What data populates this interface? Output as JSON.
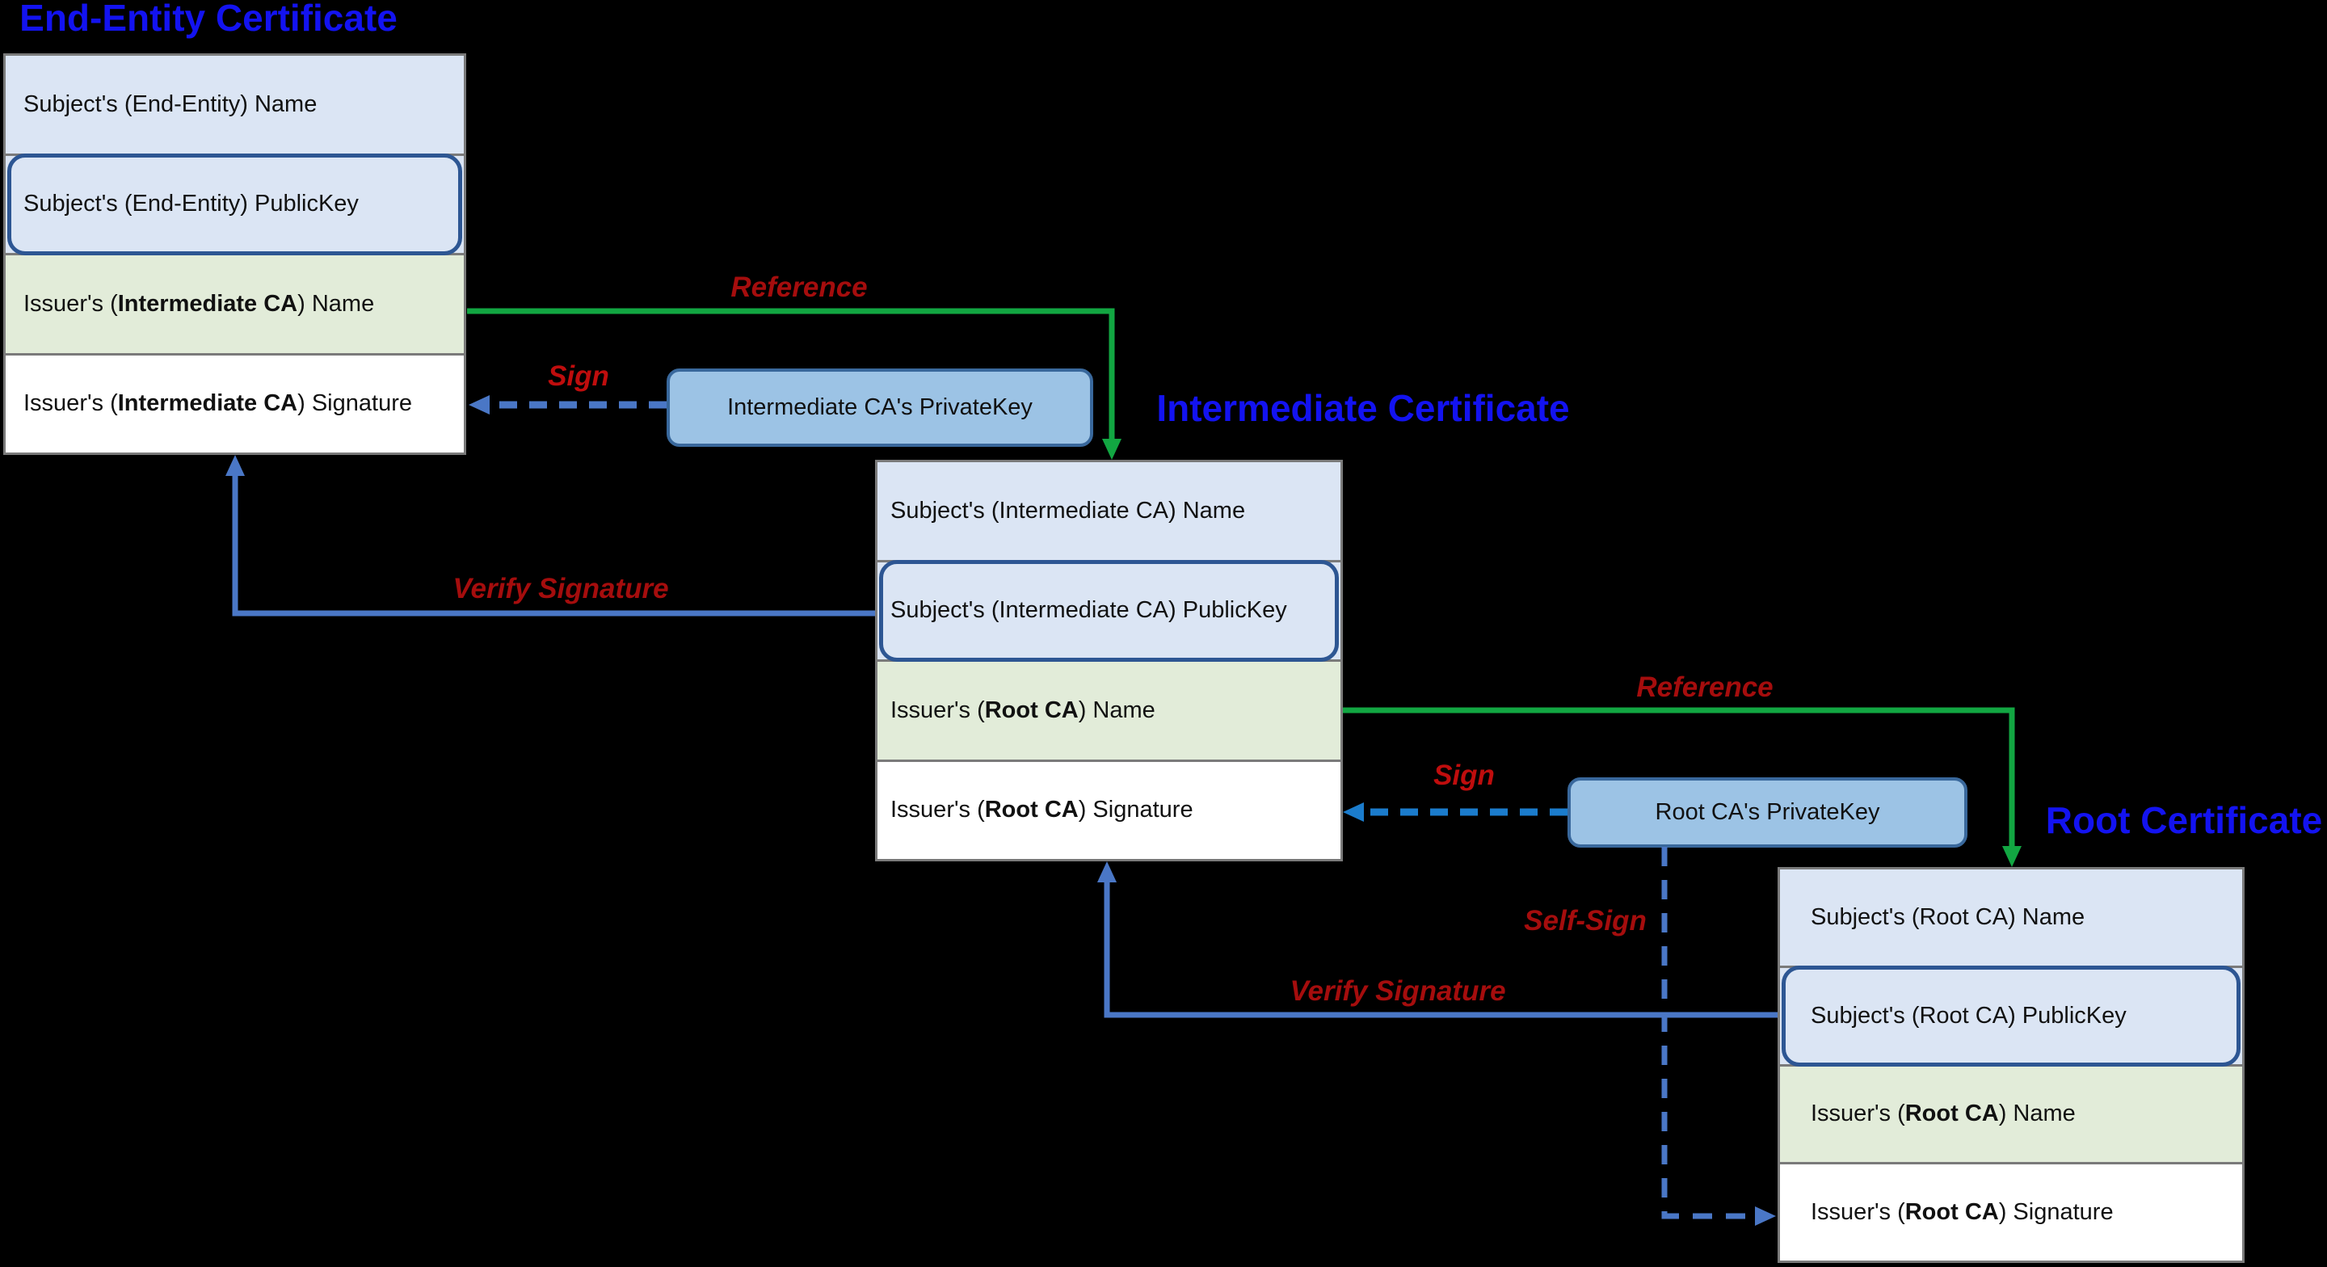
{
  "certificates": {
    "end_entity": {
      "title": "End-Entity Certificate",
      "rows": [
        {
          "text": "Subject's (End-Entity) Name"
        },
        {
          "text": "Subject's (End-Entity) PublicKey"
        },
        {
          "prefix": "Issuer's (",
          "bold": "Intermediate CA",
          "suffix": ") Name"
        },
        {
          "prefix": "Issuer's (",
          "bold": "Intermediate CA",
          "suffix": ") Signature"
        }
      ]
    },
    "intermediate": {
      "title": "Intermediate Certificate",
      "rows": [
        {
          "text": "Subject's (Intermediate CA) Name"
        },
        {
          "text": "Subject's (Intermediate CA) PublicKey"
        },
        {
          "prefix": "Issuer's (",
          "bold": "Root CA",
          "suffix": ") Name"
        },
        {
          "prefix": "Issuer's (",
          "bold": "Root CA",
          "suffix": ") Signature"
        }
      ]
    },
    "root": {
      "title": "Root Certificate",
      "rows": [
        {
          "text": "Subject's (Root CA) Name"
        },
        {
          "text": "Subject's (Root CA) PublicKey"
        },
        {
          "prefix": "Issuer's (",
          "bold": "Root CA",
          "suffix": ") Name"
        },
        {
          "prefix": "Issuer's (",
          "bold": "Root CA",
          "suffix": ") Signature"
        }
      ]
    }
  },
  "keys": {
    "intermediate_private_key": "Intermediate CA's PrivateKey",
    "root_private_key": "Root CA's PrivateKey"
  },
  "labels": {
    "reference_1": "Reference",
    "sign_1": "Sign",
    "verify_signature_1": "Verify Signature",
    "reference_2": "Reference",
    "sign_2": "Sign",
    "self_sign": "Self-Sign",
    "verify_signature_2": "Verify Signature"
  },
  "colors": {
    "background": "#000000",
    "title_blue": "#1313f0",
    "row_blue": "#dbe5f4",
    "row_green": "#e2ecd9",
    "row_white": "#ffffff",
    "publickey_outline_blue": "#2d5693",
    "privatekey_fill": "#9cc3e5",
    "privatekey_border": "#39689c",
    "box_border_gray": "#7a7a7a",
    "reference_arrow_green": "#12a642",
    "verify_arrow_blue": "#4a77c6",
    "sign_arrow_blue_bright": "#1b7ccc",
    "label_red_dark": "#a50d0d",
    "label_red_bright": "#bf0d0d"
  }
}
